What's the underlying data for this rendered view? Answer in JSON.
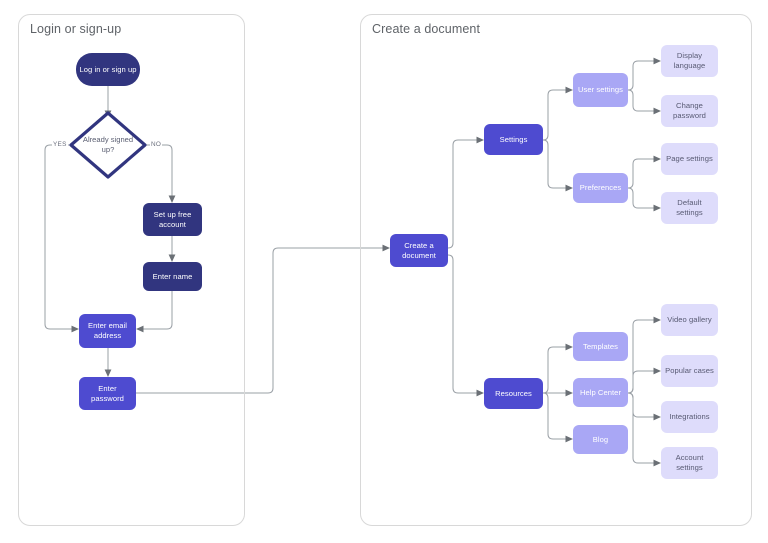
{
  "diagram": {
    "title": "Login or sign-up / Create a document flowchart",
    "colors": {
      "dark_navy": "#31357f",
      "indigo": "#4e4bd0",
      "light_purple": "#a9a7f5",
      "pale_lavender": "#dedcfb",
      "panel_border": "#d8d8d8",
      "connector": "#9aa0a6",
      "title_text": "#5f6368"
    },
    "panels": [
      {
        "id": "login",
        "title": "Login or sign-up"
      },
      {
        "id": "create",
        "title": "Create a document"
      }
    ],
    "nodes": {
      "log_in_or_sign_up": "Log in or sign up",
      "already_signed_up": "Already signed up?",
      "set_up_free_account": "Set up free account",
      "enter_name": "Enter name",
      "enter_email_address": "Enter email address",
      "enter_password": "Enter password",
      "create_a_document": "Create a document",
      "settings": "Settings",
      "user_settings": "User settings",
      "preferences": "Preferences",
      "display_language": "Display language",
      "change_password": "Change password",
      "page_settings": "Page settings",
      "default_settings": "Default settings",
      "resources": "Resources",
      "templates": "Templates",
      "help_center": "Help Center",
      "blog": "Blog",
      "video_gallery": "Video gallery",
      "popular_cases": "Popular cases",
      "integrations": "Integrations",
      "account_settings": "Account settings"
    },
    "edge_labels": {
      "yes": "YES",
      "no": "NO"
    }
  }
}
